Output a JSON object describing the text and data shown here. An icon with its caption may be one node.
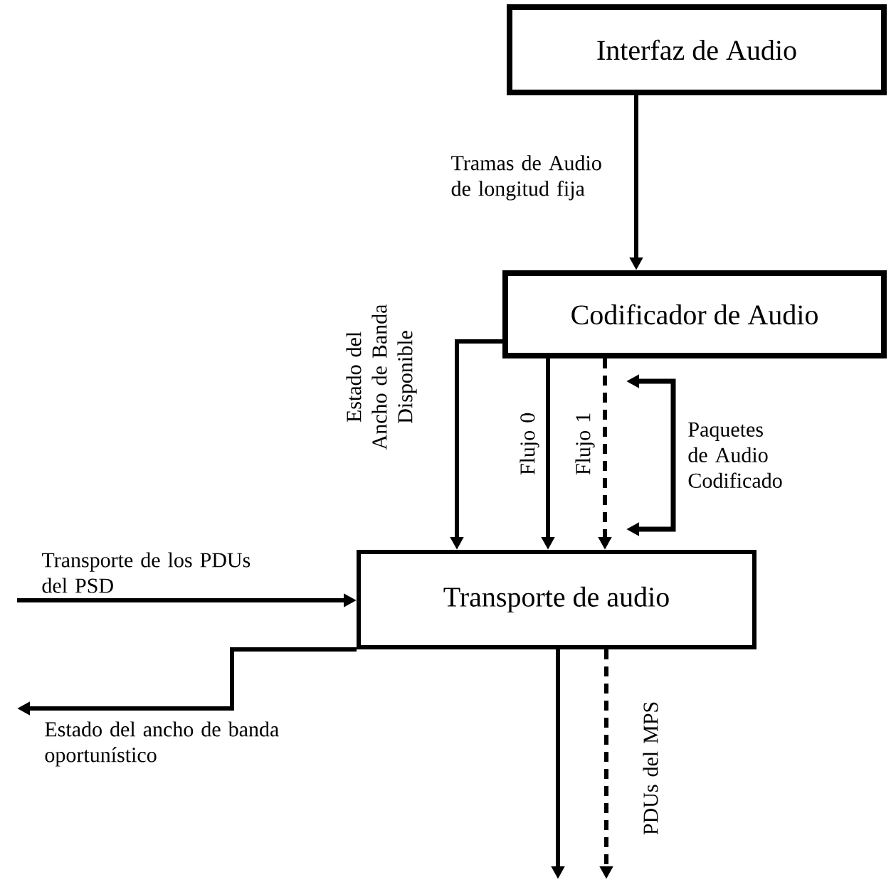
{
  "diagram": {
    "nodes": [
      {
        "text": [
          "Interfaz de Audio"
        ]
      },
      {
        "text": [
          "Codificador de Audio"
        ]
      },
      {
        "text": [
          "Transporte de audio"
        ]
      }
    ],
    "edges": [
      {
        "from": 0,
        "to": 1,
        "arrow": "to",
        "label": "Tramas de Audio de longitud fija"
      },
      {
        "from": 1,
        "to": 2,
        "arrow": "to",
        "label": "Estado del Ancho de Banda Disponible"
      },
      {
        "from": 1,
        "to": 2,
        "arrow": "to",
        "label": "Flujo 0"
      },
      {
        "from": 1,
        "to": 2,
        "arrow": "to",
        "label": "Flujo 1",
        "style": "dashed"
      },
      {
        "from": null,
        "to": 2,
        "arrow": "to",
        "label": "Transporte de los PDUs del PSD"
      },
      {
        "from": 2,
        "to": null,
        "arrow": "to",
        "label": "Estado del ancho de banda oportunístico"
      },
      {
        "from": 2,
        "to": null,
        "arrow": "to"
      },
      {
        "from": 2,
        "to": null,
        "arrow": "to",
        "label": "PDUs del MPS",
        "style": "dashed"
      }
    ],
    "labels": [
      "Paquetes de Audio Codificado"
    ]
  }
}
